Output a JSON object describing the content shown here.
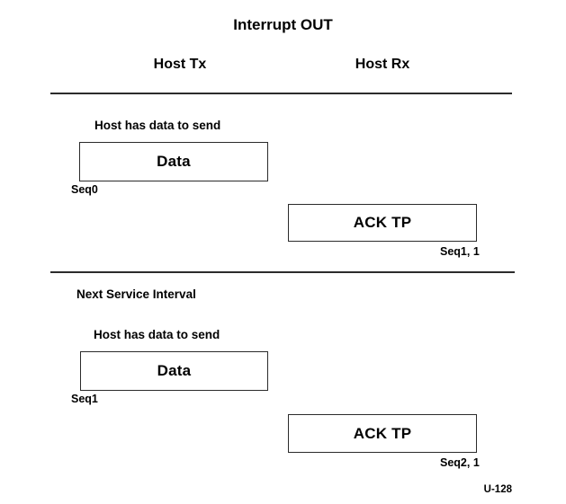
{
  "diagram": {
    "title": "Interrupt OUT",
    "columns": [
      {
        "label": "Host Tx"
      },
      {
        "label": "Host Rx"
      }
    ],
    "footer_label": "U-128",
    "colors": {
      "line": "#2b2b2b",
      "text": "#000000",
      "background": "#ffffff"
    },
    "sections": [
      {
        "name": "first-service-interval",
        "heading": "",
        "tx_note": "Host has data to send",
        "tx_packet": "Data",
        "tx_seq": "Seq0",
        "rx_packet": "ACK TP",
        "rx_seq": "Seq1, 1"
      },
      {
        "name": "next-service-interval",
        "heading": "Next Service Interval",
        "tx_note": "Host has data to send",
        "tx_packet": "Data",
        "tx_seq": "Seq1",
        "rx_packet": "ACK TP",
        "rx_seq": "Seq2, 1"
      }
    ]
  }
}
